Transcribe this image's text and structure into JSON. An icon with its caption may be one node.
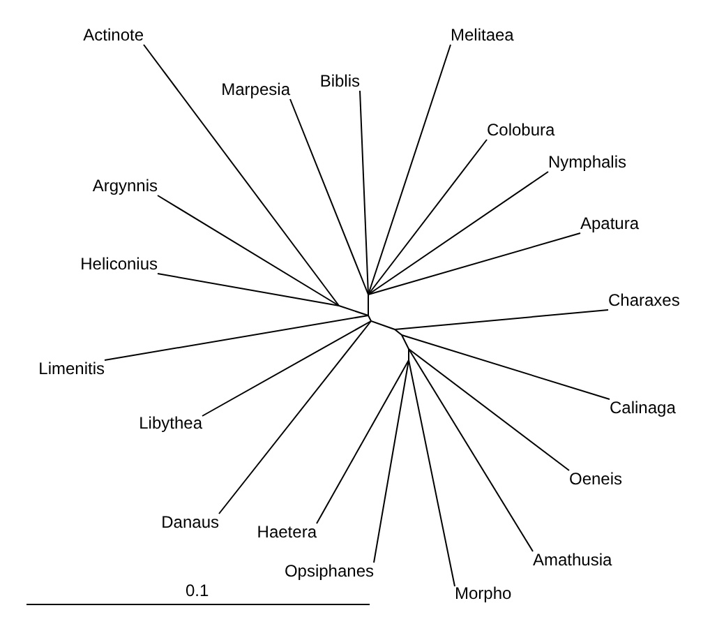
{
  "diagram": {
    "nodes": [
      {
        "text": [
          "Actinote"
        ]
      },
      {
        "text": [
          "Melitaea"
        ]
      },
      {
        "text": [
          "Biblis"
        ]
      },
      {
        "text": [
          "Marpesia"
        ]
      },
      {
        "text": [
          "Colobura"
        ]
      },
      {
        "text": [
          "Nymphalis"
        ]
      },
      {
        "text": [
          "Argynnis"
        ]
      },
      {
        "text": [
          "Apatura"
        ]
      },
      {
        "text": [
          "Heliconius"
        ]
      },
      {
        "text": [
          "Charaxes"
        ]
      },
      {
        "text": [
          "Limenitis"
        ]
      },
      {
        "text": [
          "Calinaga"
        ]
      },
      {
        "text": [
          "Libythea"
        ]
      },
      {
        "text": [
          "Oeneis"
        ]
      },
      {
        "text": [
          "Danaus"
        ]
      },
      {
        "text": [
          "Haetera"
        ]
      },
      {
        "text": [
          "Amathusia"
        ]
      },
      {
        "text": [
          "Opsiphanes"
        ]
      },
      {
        "text": [
          "Morpho"
        ]
      }
    ],
    "edges": [
      {
        "from": null,
        "to": 0,
        "arrow": "none"
      },
      {
        "from": null,
        "to": 1,
        "arrow": "none"
      },
      {
        "from": null,
        "to": 2,
        "arrow": "none"
      },
      {
        "from": null,
        "to": 3,
        "arrow": "none"
      },
      {
        "from": null,
        "to": 4,
        "arrow": "none"
      },
      {
        "from": null,
        "to": 5,
        "arrow": "none"
      },
      {
        "from": null,
        "to": 6,
        "arrow": "none"
      },
      {
        "from": null,
        "to": 7,
        "arrow": "none"
      },
      {
        "from": null,
        "to": 8,
        "arrow": "none"
      },
      {
        "from": null,
        "to": 9,
        "arrow": "none"
      },
      {
        "from": null,
        "to": 10,
        "arrow": "none"
      },
      {
        "from": null,
        "to": 11,
        "arrow": "none"
      },
      {
        "from": null,
        "to": 12,
        "arrow": "none"
      },
      {
        "from": null,
        "to": 13,
        "arrow": "none"
      },
      {
        "from": null,
        "to": 14,
        "arrow": "none"
      },
      {
        "from": null,
        "to": 15,
        "arrow": "none"
      },
      {
        "from": null,
        "to": 16,
        "arrow": "none"
      },
      {
        "from": null,
        "to": 17,
        "arrow": "none"
      },
      {
        "from": null,
        "to": 18,
        "arrow": "none"
      }
    ],
    "labels": [
      "0.1"
    ]
  }
}
